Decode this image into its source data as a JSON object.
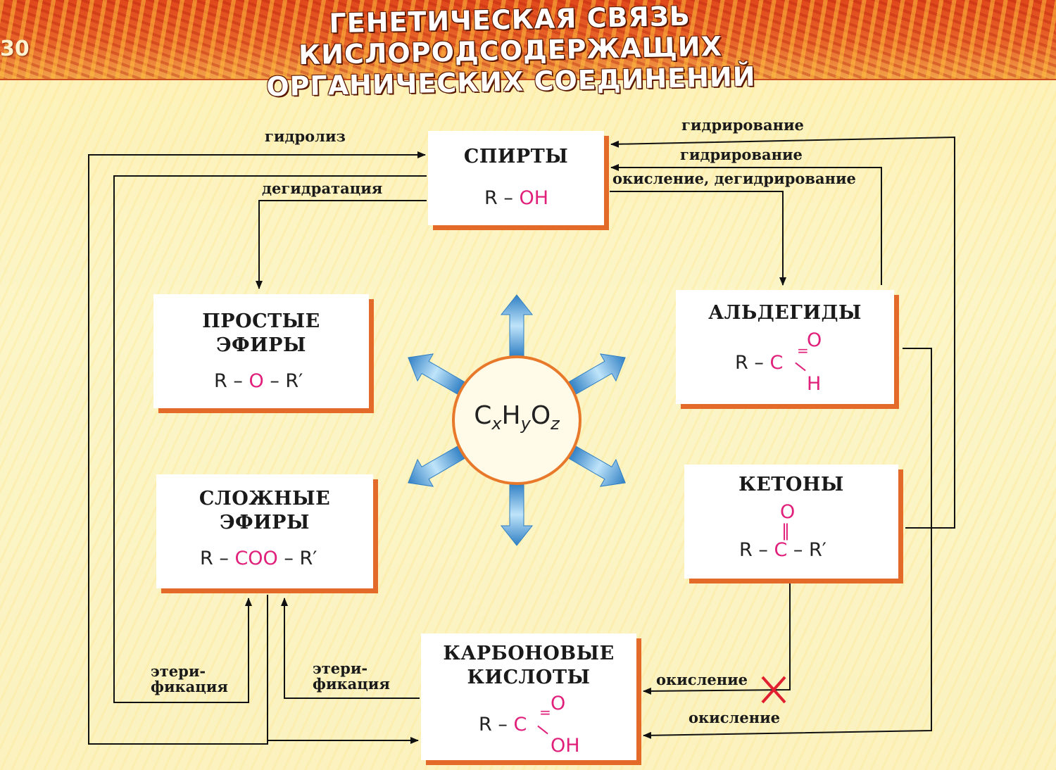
{
  "page": {
    "number": "30",
    "title_line1": "ГЕНЕТИЧЕСКАЯ СВЯЗЬ КИСЛОРОДСОДЕРЖАЩИХ",
    "title_line2": "ОРГАНИЧЕСКИХ СОЕДИНЕНИЙ"
  },
  "center": {
    "C": "C",
    "x": "x",
    "H": "H",
    "y": "y",
    "O": "O",
    "z": "z"
  },
  "boxes": {
    "alcohols": {
      "title": "СПИРТЫ",
      "r": "R",
      "dash": "–",
      "group": "OH"
    },
    "ethers": {
      "title1": "ПРОСТЫЕ",
      "title2": "ЭФИРЫ",
      "r": "R",
      "dash1": "–",
      "o": "O",
      "dash2": "–",
      "r2": "R′"
    },
    "esters": {
      "title1": "СЛОЖНЫЕ",
      "title2": "ЭФИРЫ",
      "r": "R",
      "dash1": "–",
      "coo": "COO",
      "dash2": "–",
      "r2": "R′"
    },
    "aldehydes": {
      "title": "АЛЬДЕГИДЫ",
      "r": "R",
      "dash": "–",
      "c": "C",
      "o": "O",
      "h": "H",
      "eq": "="
    },
    "ketones": {
      "title": "КЕТОНЫ",
      "o": "O",
      "eq": "‖",
      "r": "R",
      "dash1": "–",
      "c": "C",
      "dash2": "–",
      "r2": "R′"
    },
    "acids": {
      "title1": "КАРБОНОВЫЕ",
      "title2": "КИСЛОТЫ",
      "r": "R",
      "dash": "–",
      "c": "C",
      "o": "O",
      "oh": "OH",
      "eq": "="
    }
  },
  "labels": {
    "hydrolysis": "гидролиз",
    "dehydration": "дегидратация",
    "hydrogenation1": "гидрирование",
    "hydrogenation2": "гидрирование",
    "oxidation_dehydrogenation": "окисление, дегидрирование",
    "esterification1_a": "этери-",
    "esterification1_b": "фикация",
    "esterification2_a": "этери-",
    "esterification2_b": "фикация",
    "oxidation1": "окисление",
    "oxidation2": "окисление"
  },
  "colors": {
    "box_shadow": "#e46a2a",
    "formula_accent": "#e0207a",
    "arrow_blue": "#4da0dc",
    "cross": "#e02030"
  }
}
